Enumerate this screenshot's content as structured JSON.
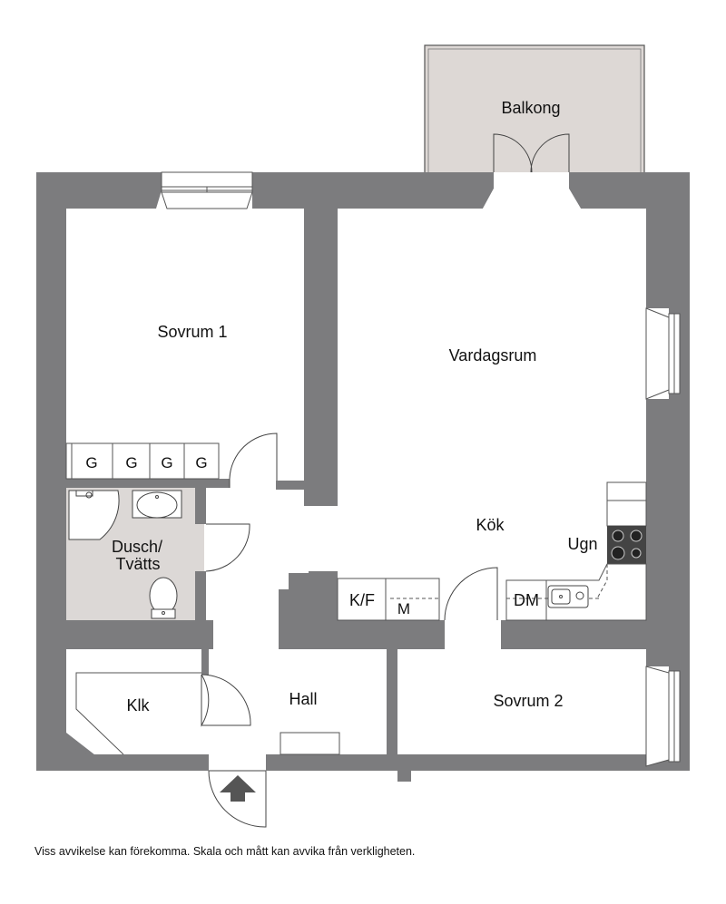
{
  "rooms": {
    "balkong": "Balkong",
    "sovrum1": "Sovrum 1",
    "vardagsrum": "Vardagsrum",
    "kok": "Kök",
    "dusch_line1": "Dusch/",
    "dusch_line2": "Tvätts",
    "klk": "Klk",
    "hall": "Hall",
    "sovrum2": "Sovrum 2"
  },
  "fixtures": {
    "wardrobe": [
      "G",
      "G",
      "G",
      "G"
    ],
    "ugn": "Ugn",
    "kf": "K/F",
    "m": "M",
    "dm": "DM"
  },
  "disclaimer": "Viss avvikelse kan förekomma. Skala och mått kan avvika från verkligheten.",
  "colors": {
    "wall": "#7c7c7e",
    "balcony": "#ddd8d5",
    "bathroom": "#dcd8d6",
    "stove": "#444444"
  }
}
